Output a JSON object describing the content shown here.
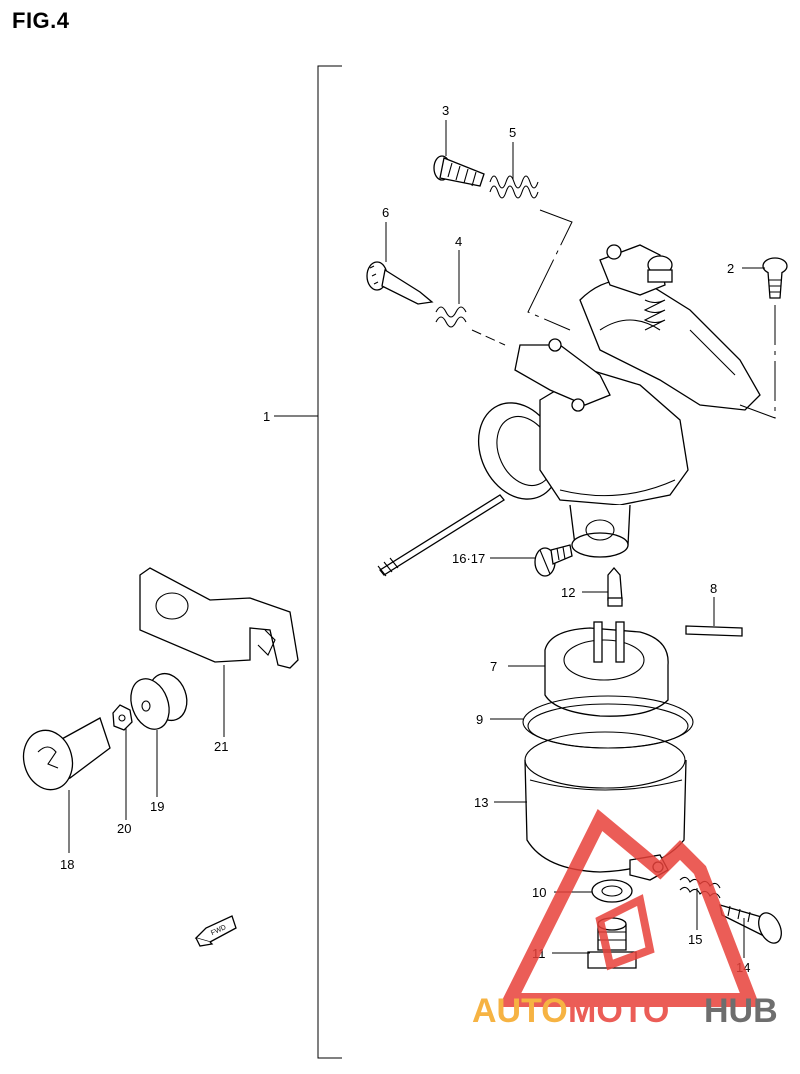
{
  "figure_title": "FIG.4",
  "callouts": {
    "c1": "1",
    "c2": "2",
    "c3": "3",
    "c4": "4",
    "c5": "5",
    "c6": "6",
    "c7": "7",
    "c8": "8",
    "c9": "9",
    "c10": "10",
    "c11": "11",
    "c12": "12",
    "c13": "13",
    "c14": "14",
    "c15": "15",
    "c16_17": "16·17",
    "c18": "18",
    "c19": "19",
    "c20": "20",
    "c21": "21"
  },
  "fwd_label": "FWD",
  "watermark": {
    "part1": "AUTO",
    "part2": "MOTO",
    "part3": "HUB"
  },
  "colors": {
    "watermark_red": "#e8413a",
    "watermark_orange": "#f5a623",
    "watermark_gray": "#555555"
  }
}
